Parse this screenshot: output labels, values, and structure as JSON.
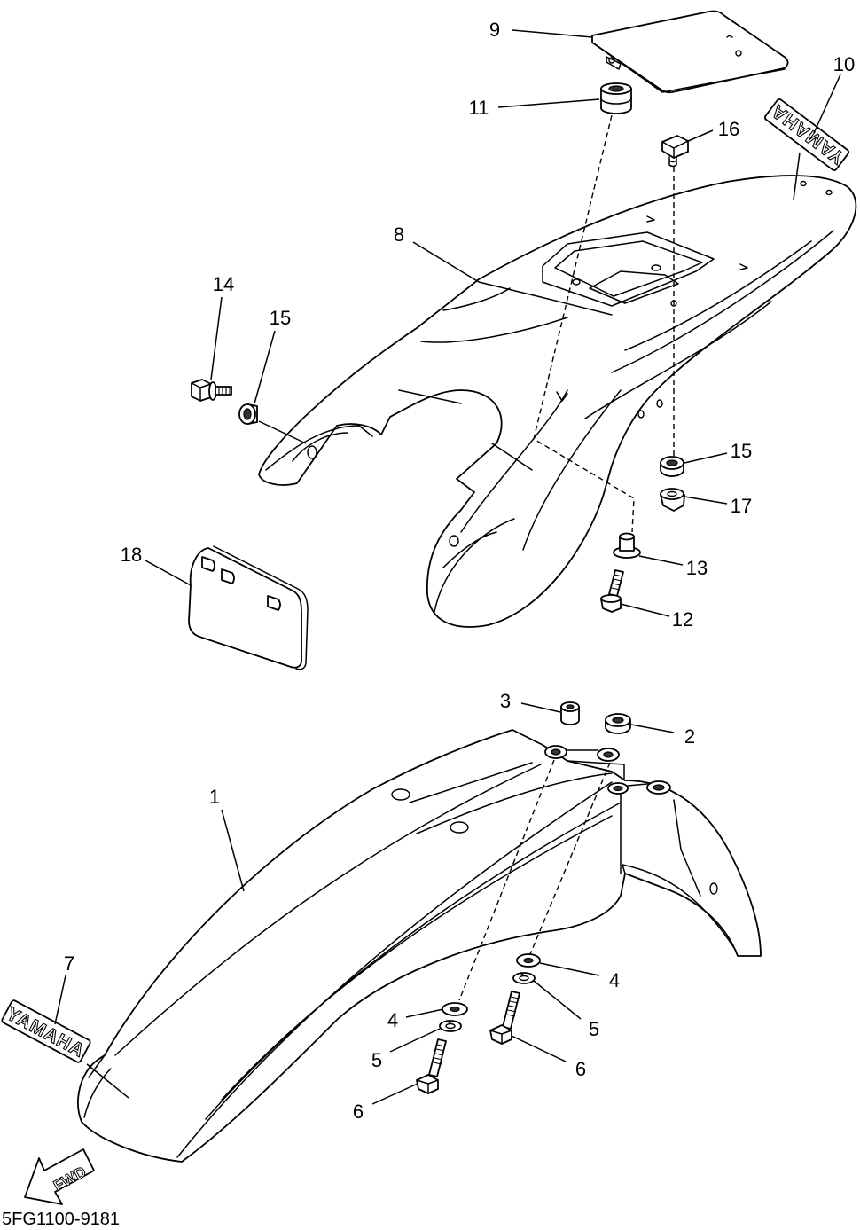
{
  "diagram_code": "5FG1100-9181",
  "fwd_label": "FWD",
  "decals": [
    {
      "text": "YAMAHA"
    },
    {
      "text": "YAMAHA"
    }
  ],
  "callouts": [
    "9",
    "10",
    "11",
    "16",
    "8",
    "14",
    "15",
    "15",
    "17",
    "13",
    "12",
    "18",
    "3",
    "2",
    "1",
    "4",
    "5",
    "6",
    "4",
    "5",
    "6",
    "7"
  ]
}
